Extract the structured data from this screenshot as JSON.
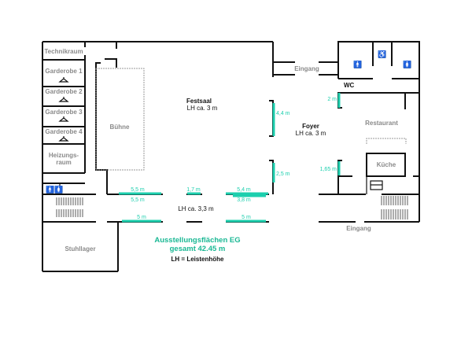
{
  "rooms": {
    "technikraum": "Technikraum",
    "garderobe1": "Garderobe 1",
    "garderobe2": "Garderobe 2",
    "garderobe3": "Garderobe 3",
    "garderobe4": "Garderobe 4",
    "heizung1": "Heizungs-",
    "heizung2": "raum",
    "buehne": "Bühne",
    "stuhllager": "Stuhllager",
    "restaurant": "Restaurant",
    "kueche": "Küche",
    "wc": "WC",
    "eingang_top": "Eingang",
    "eingang_bottom": "Eingang"
  },
  "halls": {
    "festsaal": "Festsaal",
    "festsaal_lh": "LH ca. 3 m",
    "foyer": "Foyer",
    "foyer_lh": "LH ca. 3 m",
    "corridor_lh": "LH ca. 3,3 m"
  },
  "measurements": {
    "m1": "5,5 m",
    "m2": "5,5 m",
    "m3": "1,7 m",
    "m4": "5,4 m",
    "m5": "3,8 m",
    "m6": "5 m",
    "m7": "5 m",
    "m8": "4,4 m",
    "m9": "2,5 m",
    "m10": "2 m",
    "m11": "1,65 m"
  },
  "legend": {
    "title": "Ausstellungsflächen EG",
    "total": "gesamt 42.45 m",
    "lh_note": "LH = Leistenhöhe"
  },
  "colors": {
    "wall": "#111111",
    "exhibition": "#1ccfae",
    "room_label": "#8a8a8a"
  }
}
